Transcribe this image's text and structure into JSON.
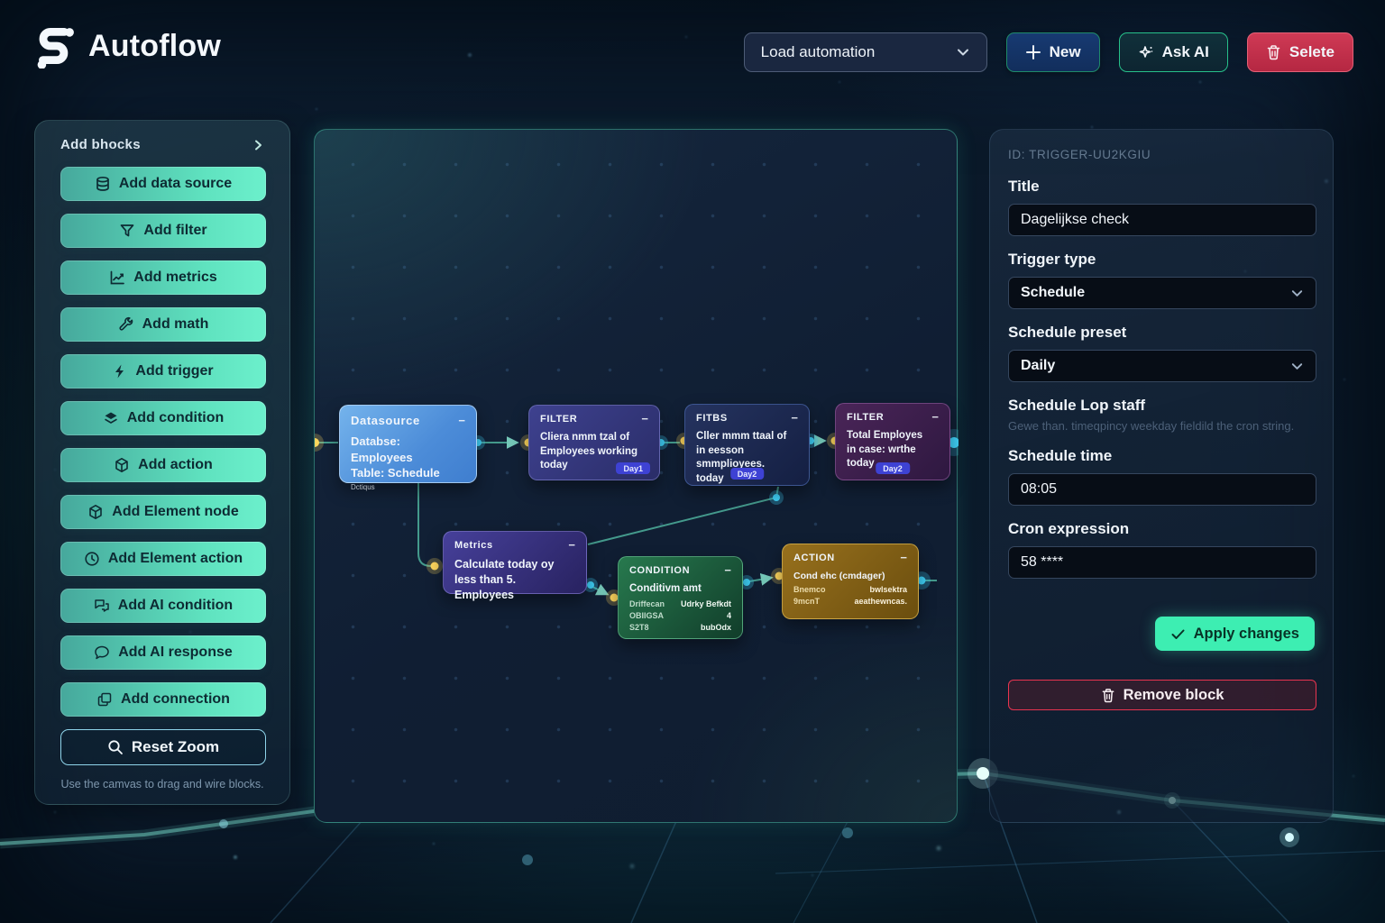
{
  "colors": {
    "accent_mint": "#52e6c0",
    "sidebar_button_gradient": [
      "#46a89c",
      "#6cf0cc"
    ],
    "new_button_bg": "#15336b",
    "ask_ai_border": "#27c08a",
    "delete_button_bg": "#c9344f",
    "apply_button_bg": "#3deeb2",
    "remove_border": "#e83450",
    "node_datasource": "#5aa0e4",
    "node_filter_indigo": "#34377f",
    "node_filter_navy": "#1d2a54",
    "node_filter_purple": "#3f2150",
    "node_metrics": "#3a3284",
    "node_condition": "#1d6b44",
    "node_action": "#8c6917",
    "wire": "#4aa796",
    "port_yellow": "#ffd75e",
    "port_cyan": "#3fd0f7",
    "badge_bg": "#3e42d4"
  },
  "header": {
    "app_name": "Autoflow",
    "load_automation_label": "Load automation",
    "new_label": "New",
    "ask_ai_label": "Ask AI",
    "delete_label": "Selete"
  },
  "sidebar": {
    "title": "Add bhocks",
    "items": [
      {
        "label": "Add data source",
        "icon": "database-icon"
      },
      {
        "label": "Add filter",
        "icon": "funnel-icon"
      },
      {
        "label": "Add metrics",
        "icon": "chart-icon"
      },
      {
        "label": "Add math",
        "icon": "wrench-icon"
      },
      {
        "label": "Add trigger",
        "icon": "lightning-icon"
      },
      {
        "label": "Add condition",
        "icon": "layers-icon"
      },
      {
        "label": "Add action",
        "icon": "cube-icon"
      },
      {
        "label": "Add Element node",
        "icon": "cube-icon"
      },
      {
        "label": "Add Element action",
        "icon": "clock-icon"
      },
      {
        "label": "Add AI condition",
        "icon": "chat-duo-icon"
      },
      {
        "label": "Add AI response",
        "icon": "chat-icon"
      },
      {
        "label": "Add connection",
        "icon": "copy-icon"
      }
    ],
    "reset_zoom_label": "Reset Zoom",
    "hint": "Use the camvas to drag and wire blocks."
  },
  "canvas": {
    "collapse_glyph": "−",
    "nodes": {
      "datasource": {
        "title": "Datasource",
        "line1": "Databse: Employees",
        "line2": "Table: Schedule",
        "line3": "Dctiqus"
      },
      "filter1": {
        "title": "FILTER",
        "line1": "Cliera nmm tzal of",
        "line2": "Employees working today",
        "badge": "Day1"
      },
      "filter2": {
        "title": "FITBS",
        "line1": "Cller mmm ttaal of",
        "line2": "in eesson smmplioyees.",
        "line3": "today",
        "badge": "Day2"
      },
      "filter3": {
        "title": "FILTER",
        "line1": "Total Employes",
        "line2": "in case: wrthe today",
        "badge": "Day2"
      },
      "metrics": {
        "title": "Metrics",
        "line1": "Calculate today oy",
        "line2": "less than 5. Employees"
      },
      "condition": {
        "title": "CONDITION",
        "line1": "Conditivm amt",
        "k1": "Driffecan",
        "v1": "Udrky Befkdt",
        "k2": "OBIIGSA",
        "v2": "4",
        "k3": "S2T8",
        "v3": "bubOdx"
      },
      "action": {
        "title": "ACTION",
        "line1": "Cond ehc (cmdager)",
        "k1": "Bnemco",
        "v1": "bwlsektra",
        "k2": "9mcnT",
        "v2": "aeathewncas."
      }
    }
  },
  "inspector": {
    "id_text": "ID: TRIGGER-UU2KGIU",
    "title_label": "Title",
    "title_value": "Dagelijkse check",
    "trigger_type_label": "Trigger type",
    "trigger_type_value": "Schedule",
    "preset_label": "Schedule preset",
    "preset_value": "Daily",
    "staff_label": "Schedule Lop staff",
    "staff_help": "Gewe than. timeqpincy weekday fieldild the cron string.",
    "time_label": "Schedule time",
    "time_value": "08:05",
    "cron_label": "Cron expression",
    "cron_value": "58 ****",
    "apply_label": "Apply changes",
    "remove_label": "Remove block"
  }
}
